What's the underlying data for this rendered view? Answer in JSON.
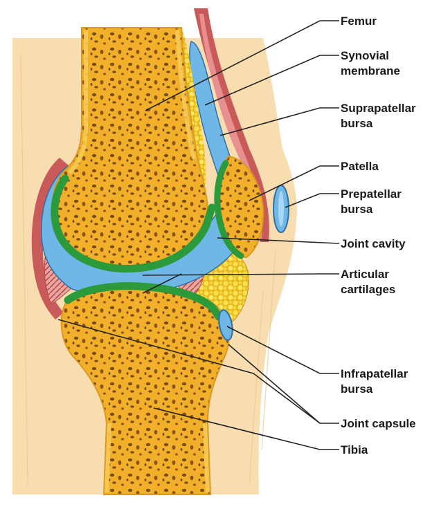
{
  "labels": {
    "femur": [
      "Femur"
    ],
    "synovial_membrane": [
      "Synovial",
      "membrane"
    ],
    "suprapatellar_bursa": [
      "Suprapatellar",
      "bursa"
    ],
    "patella": [
      "Patella"
    ],
    "prepatellar_bursa": [
      "Prepatellar",
      "bursa"
    ],
    "joint_cavity": [
      "Joint cavity"
    ],
    "articular_cartilages": [
      "Articular",
      "cartilages"
    ],
    "infrapatellar_bursa": [
      "Infrapatellar",
      "bursa"
    ],
    "joint_capsule": [
      "Joint capsule"
    ],
    "tibia": [
      "Tibia"
    ]
  },
  "colors": {
    "bone": "#f2b02a",
    "bone_pores": "#7a4a14",
    "cartilage": "#2a9a3a",
    "synovial_fluid": "#6fb7e6",
    "skin": "#f7ddb0",
    "muscle": "#c85a5a",
    "fat": "#f5dc3a",
    "leader_line": "#222222"
  }
}
